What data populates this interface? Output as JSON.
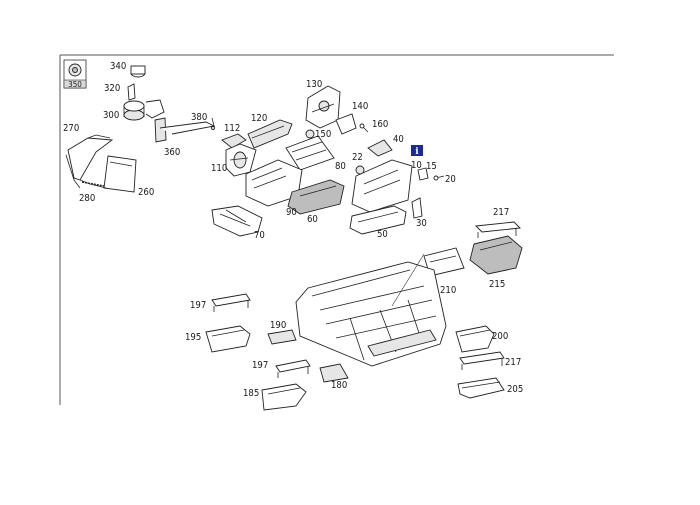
{
  "thumb_code": "350",
  "info_icon": "info-icon",
  "labels": {
    "l340": "340",
    "l320": "320",
    "l300": "300",
    "l380": "380",
    "l112": "112",
    "l120": "120",
    "l130": "130",
    "l140": "140",
    "l150": "150",
    "l160": "160",
    "l40": "40",
    "l270": "270",
    "l280": "280",
    "l260": "260",
    "l360": "360",
    "l110": "110",
    "l90": "90",
    "l60": "60",
    "l80": "80",
    "l22": "22",
    "l10": "10",
    "l15": "15",
    "l20": "20",
    "l30": "30",
    "l50": "50",
    "l70": "70",
    "l217a": "217",
    "l215": "215",
    "l210": "210",
    "l197a": "197",
    "l195": "195",
    "l190": "190",
    "l200": "200",
    "l197b": "197",
    "l217b": "217",
    "l185": "185",
    "l180": "180",
    "l205": "205"
  },
  "colors": {
    "info_badge": "#1b2a9a",
    "line": "#222222",
    "thumb_bg": "#d9d9d9"
  }
}
